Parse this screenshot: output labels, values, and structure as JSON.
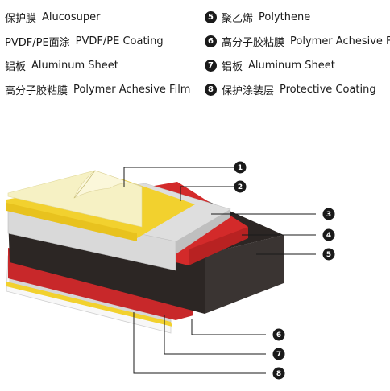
{
  "legend_left": [
    {
      "cn": "保护膜",
      "en": "Alucosuper"
    },
    {
      "cn": "PVDF/PE面涂",
      "en": "PVDF/PE Coating"
    },
    {
      "cn": "铝板",
      "en": "Aluminum Sheet"
    },
    {
      "cn": "高分子胶粘膜",
      "en": "Polymer Achesive Film"
    }
  ],
  "legend_right": [
    {
      "num": "5",
      "cn": "聚乙烯",
      "en": "Polythene"
    },
    {
      "num": "6",
      "cn": "高分子胶粘膜",
      "en": "Polymer Achesive Film"
    },
    {
      "num": "7",
      "cn": "铝板",
      "en": "Aluminum Sheet"
    },
    {
      "num": "8",
      "cn": "保护涂装层",
      "en": "Protective Coating"
    }
  ],
  "callouts": [
    "1",
    "2",
    "3",
    "4",
    "5",
    "6",
    "7",
    "8"
  ],
  "colors": {
    "film_cream": "#f6f1c4",
    "coating_yellow": "#f2d12e",
    "aluminum_gray": "#d9d9d9",
    "adhesive_red": "#d32a2a",
    "core_black": "#2c2624",
    "bottom_white": "#f7f7f7",
    "line": "#1a1a1a"
  }
}
